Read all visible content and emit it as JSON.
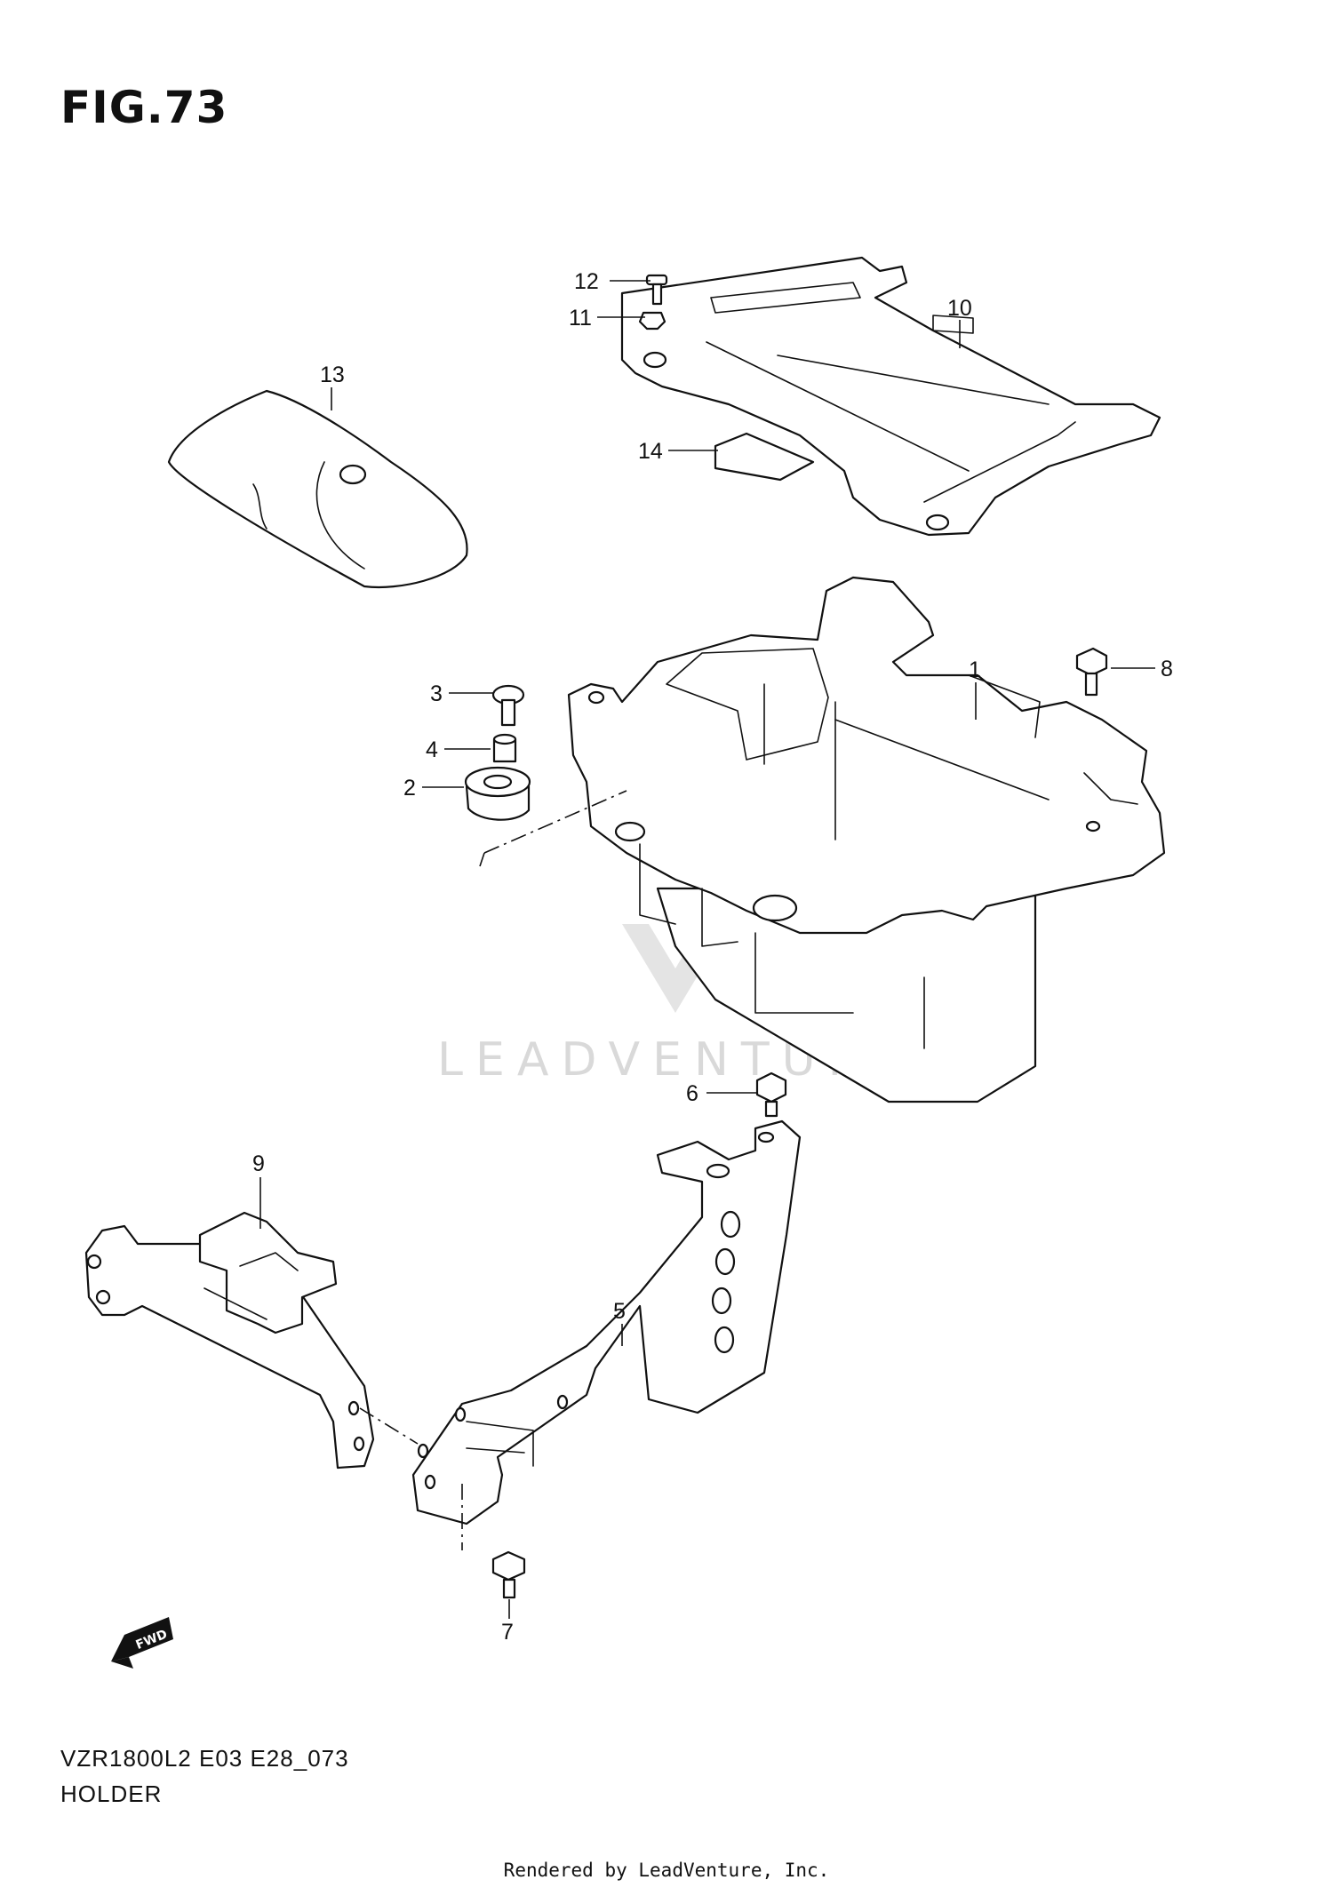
{
  "figure": {
    "title": "FIG.73",
    "diagram_code": "VZR1800L2 E03 E28_073",
    "subtitle": "HOLDER",
    "footer": "Rendered by LeadVenture, Inc.",
    "watermark": "LEADVENTURE"
  },
  "callouts": {
    "c1": "1",
    "c2": "2",
    "c3": "3",
    "c4": "4",
    "c5": "5",
    "c6": "6",
    "c7": "7",
    "c8": "8",
    "c9": "9",
    "c10": "10",
    "c11": "11",
    "c12": "12",
    "c13": "13",
    "c14": "14"
  },
  "fwd_label": "FWD",
  "colors": {
    "ink": "#111111",
    "watermark": "#d9d9d9",
    "background": "#ffffff"
  }
}
